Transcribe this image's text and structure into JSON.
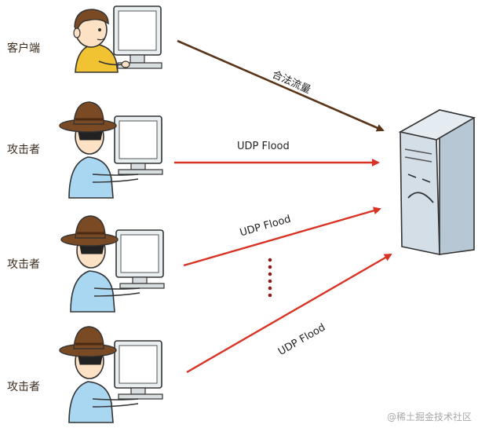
{
  "roles": {
    "client": "客户端",
    "attacker1": "攻击者",
    "attacker2": "攻击者",
    "attacker3": "攻击者"
  },
  "arrows": {
    "legit": "合法流量",
    "flood1": "UDP Flood",
    "flood2": "UDP Flood",
    "flood3": "UDP Flood"
  },
  "watermark": "@稀土掘金技术社区",
  "colors": {
    "legit_arrow": "#5a3418",
    "attack_arrow": "#d93326",
    "dots": "#8a1c1c"
  }
}
